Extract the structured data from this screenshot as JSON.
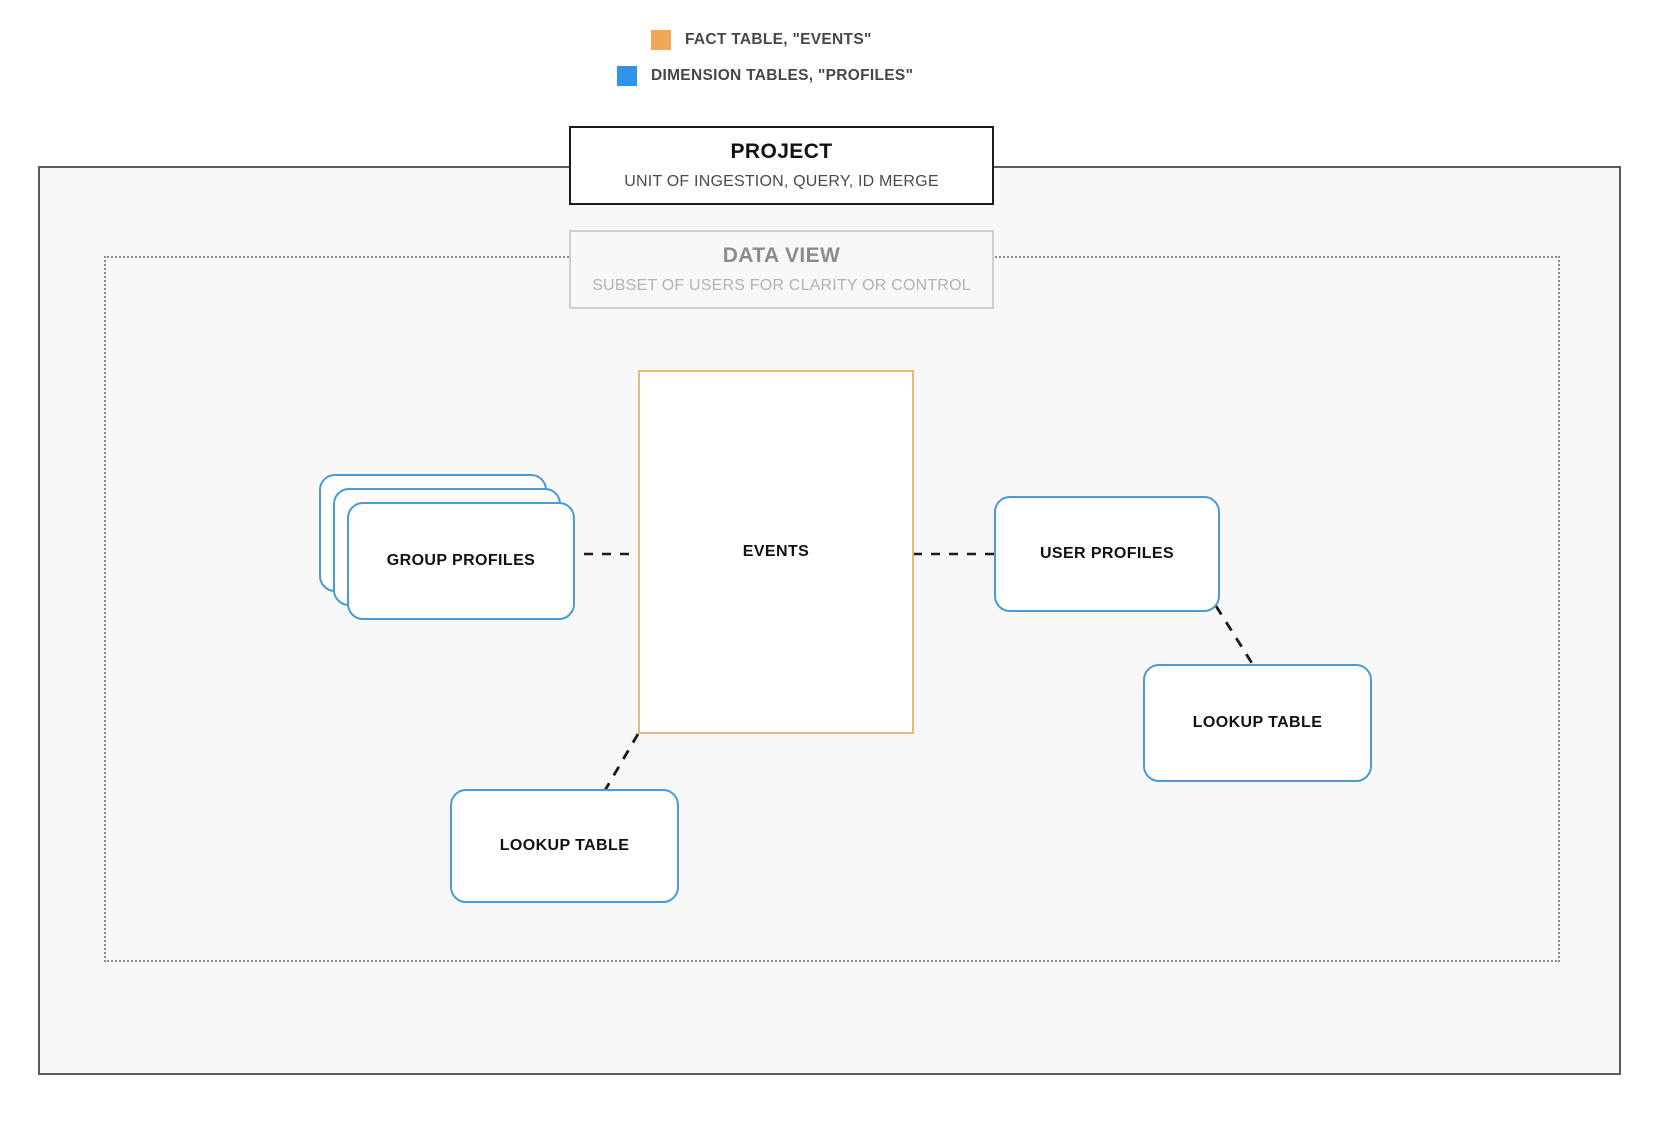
{
  "legend": {
    "items": [
      {
        "swatch_color": "#f0a858",
        "label": "FACT TABLE, \"EVENTS\"",
        "icon": "square-swatch-icon"
      },
      {
        "swatch_color": "#2f93e8",
        "label": "DIMENSION TABLES, \"PROFILES\"",
        "icon": "square-swatch-icon"
      }
    ]
  },
  "project": {
    "title": "PROJECT",
    "subtitle": "UNIT OF INGESTION, QUERY, ID MERGE",
    "border_color": "#1b1b1b"
  },
  "data_view": {
    "title": "DATA VIEW",
    "subtitle": "SUBSET OF USERS FOR CLARITY OR CONTROL",
    "border_color": "#cfcfcf"
  },
  "nodes": {
    "events": {
      "label": "EVENTS",
      "color": "#e8b878",
      "type": "fact-table"
    },
    "group_profiles": {
      "label": "GROUP PROFILES",
      "color": "#4a9bd4",
      "type": "dimension-table-stack",
      "stack_count": 3
    },
    "user_profiles": {
      "label": "USER PROFILES",
      "color": "#4a9bd4",
      "type": "dimension-table"
    },
    "lookup_table_left": {
      "label": "LOOKUP TABLE",
      "color": "#4a9bd4",
      "type": "dimension-table"
    },
    "lookup_table_right": {
      "label": "LOOKUP TABLE",
      "color": "#4a9bd4",
      "type": "dimension-table"
    }
  },
  "connectors": {
    "style": "dashed",
    "color": "#1b1b1b",
    "links": [
      {
        "from": "group_profiles",
        "to": "events"
      },
      {
        "from": "events",
        "to": "user_profiles"
      },
      {
        "from": "user_profiles",
        "to": "lookup_table_right"
      },
      {
        "from": "events",
        "to": "lookup_table_left"
      }
    ]
  }
}
